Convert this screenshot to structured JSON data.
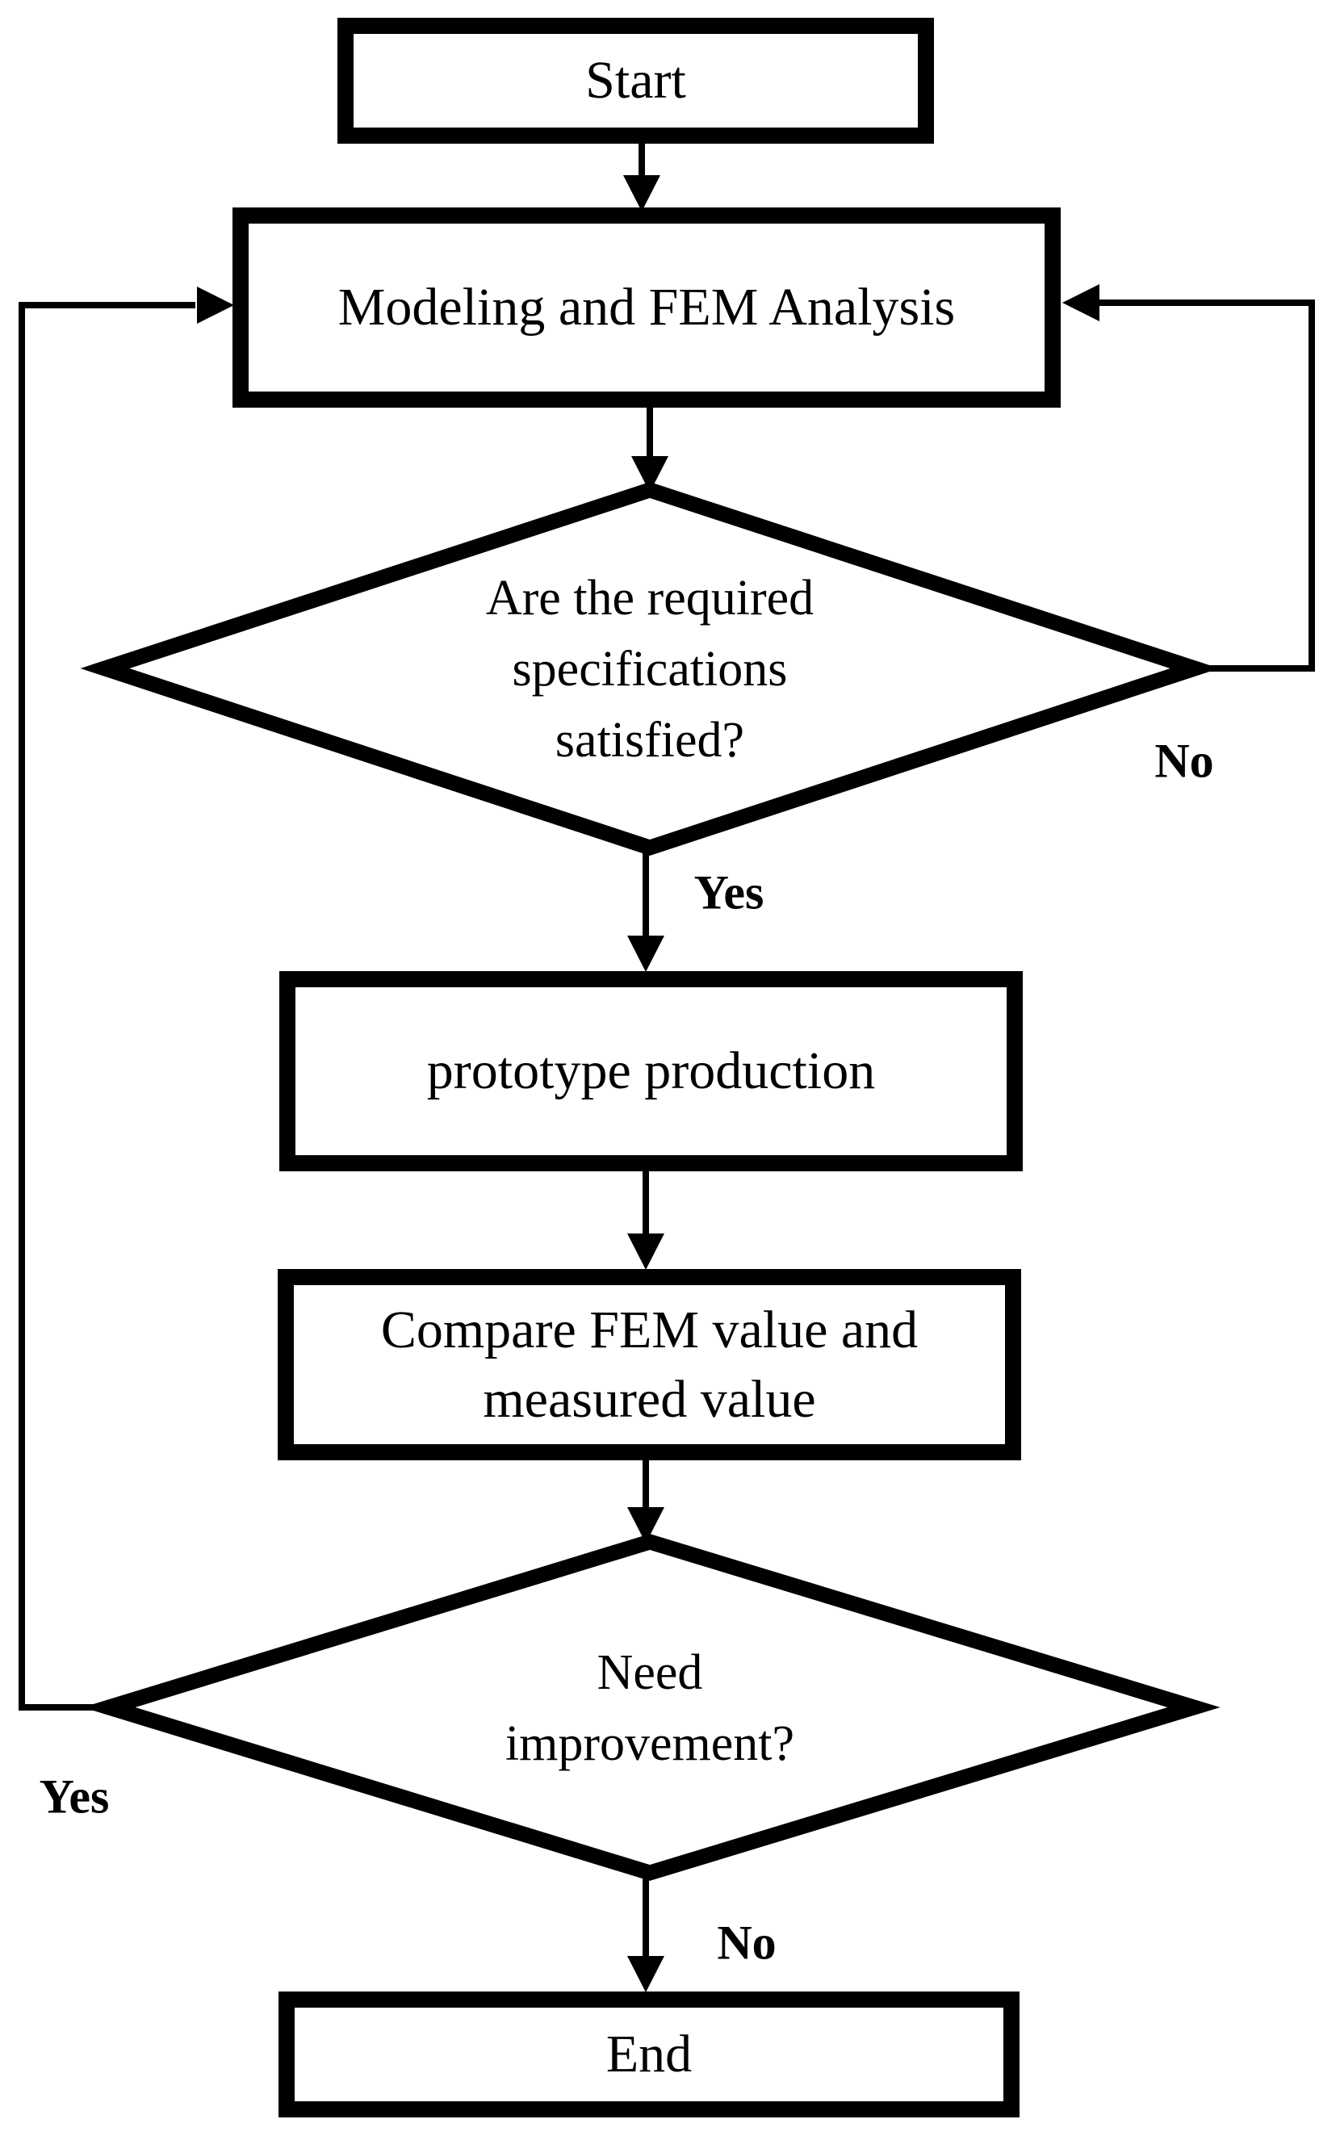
{
  "flowchart": {
    "background": "#ffffff",
    "ink": "#000000",
    "nodes": [
      {
        "id": "start",
        "type": "terminator",
        "label": "Start"
      },
      {
        "id": "modeling",
        "type": "process",
        "label": "Modeling and FEM Analysis"
      },
      {
        "id": "spec-decision",
        "type": "decision",
        "label": "Are the required specifications satisfied?",
        "lines": [
          "Are the required",
          "specifications",
          "satisfied?"
        ]
      },
      {
        "id": "prototype",
        "type": "process",
        "label": "prototype production"
      },
      {
        "id": "compare",
        "type": "process",
        "label": "Compare FEM value and measured value",
        "lines": [
          "Compare FEM value and",
          "measured value"
        ]
      },
      {
        "id": "improvement-decision",
        "type": "decision",
        "label": "Need improvement?",
        "lines": [
          "Need",
          "improvement?"
        ]
      },
      {
        "id": "end",
        "type": "terminator",
        "label": "End"
      }
    ],
    "edges": [
      {
        "from": "start",
        "to": "modeling",
        "label": ""
      },
      {
        "from": "modeling",
        "to": "spec-decision",
        "label": ""
      },
      {
        "from": "spec-decision",
        "to": "prototype",
        "label": "Yes"
      },
      {
        "from": "spec-decision",
        "to": "modeling",
        "label": "No"
      },
      {
        "from": "prototype",
        "to": "compare",
        "label": ""
      },
      {
        "from": "compare",
        "to": "improvement-decision",
        "label": ""
      },
      {
        "from": "improvement-decision",
        "to": "modeling",
        "label": "Yes"
      },
      {
        "from": "improvement-decision",
        "to": "end",
        "label": "No"
      }
    ]
  }
}
